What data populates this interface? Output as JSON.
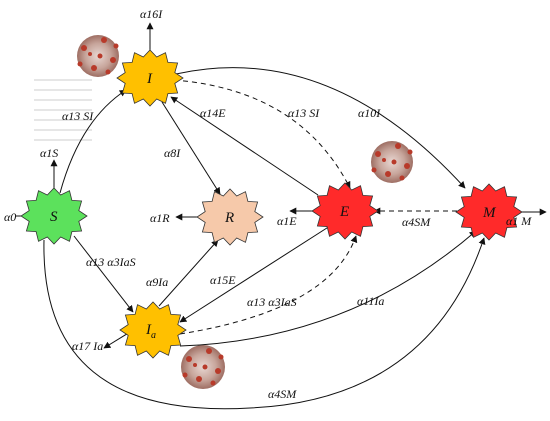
{
  "nodes": {
    "S": {
      "label": "S",
      "color": "#5ce15c"
    },
    "I": {
      "label": "I",
      "color": "#ffc000"
    },
    "R": {
      "label": "R",
      "color": "#f6c9aa"
    },
    "E": {
      "label": "E",
      "color": "#ff2a2a"
    },
    "M": {
      "label": "M",
      "color": "#ff2a2a"
    },
    "Ia": {
      "label": "I",
      "sub": "a",
      "color": "#ffc000"
    }
  },
  "edges": {
    "a0_in": "α0",
    "a1S": "α1S",
    "a16I": "α16I",
    "a13SI_StoI": "α13 SI",
    "a14E": "α14E",
    "a13SI_ItoE": "α13 SI",
    "a10I": "α10I",
    "a8I": "α8I",
    "a1R": "α1R",
    "a1E": "α1E",
    "a4SM_MtoE": "α4SM",
    "a1M_out": "α1  M",
    "a13a3IaS_StoIa": "α13 α3IaS",
    "a9Ia": "α9Ia",
    "a15E": "α15E",
    "a13a3IaS_IatoE": "α13 α3IaS",
    "a11Ia": "α11Ia",
    "a17Ia": "α17 Ia",
    "a4SM_StoM": "α4SM"
  },
  "icons": [
    "virus-icon",
    "virus-icon",
    "virus-icon"
  ]
}
